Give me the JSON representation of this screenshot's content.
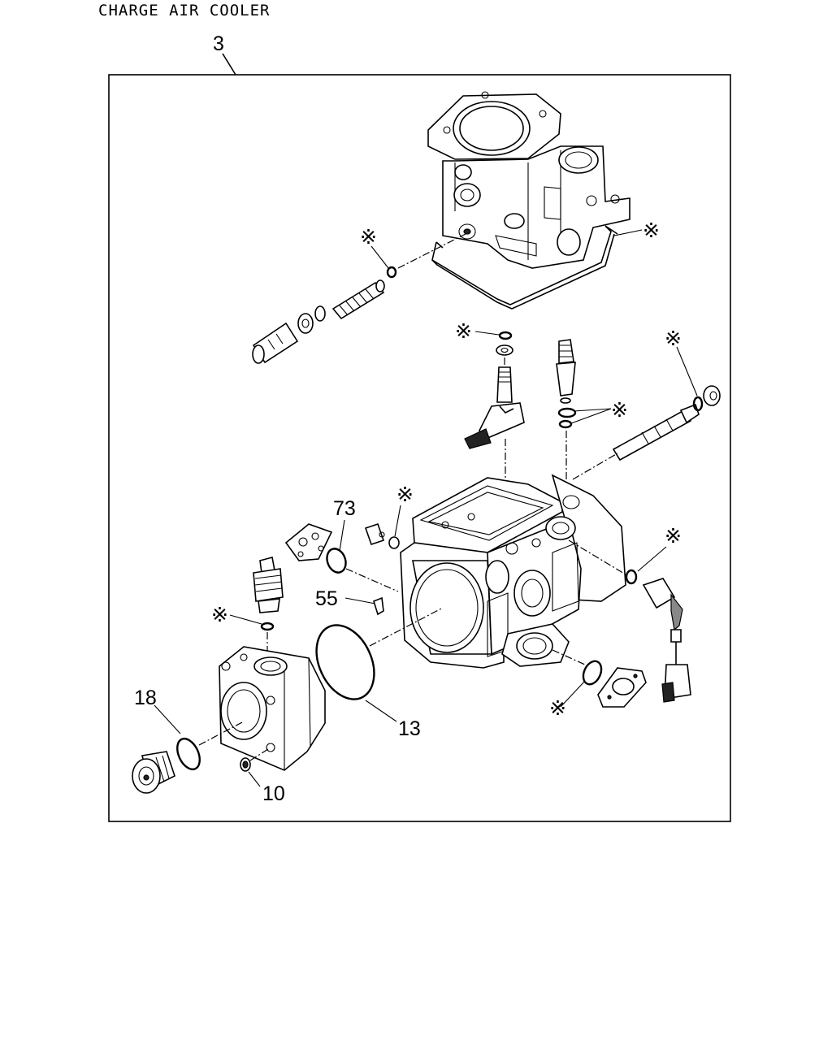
{
  "title": "CHARGE AIR COOLER",
  "assembly_ref": "3",
  "marker_symbol": "※",
  "callouts": {
    "c73": "73",
    "c55": "55",
    "c18": "18",
    "c13": "13",
    "c10": "10"
  }
}
